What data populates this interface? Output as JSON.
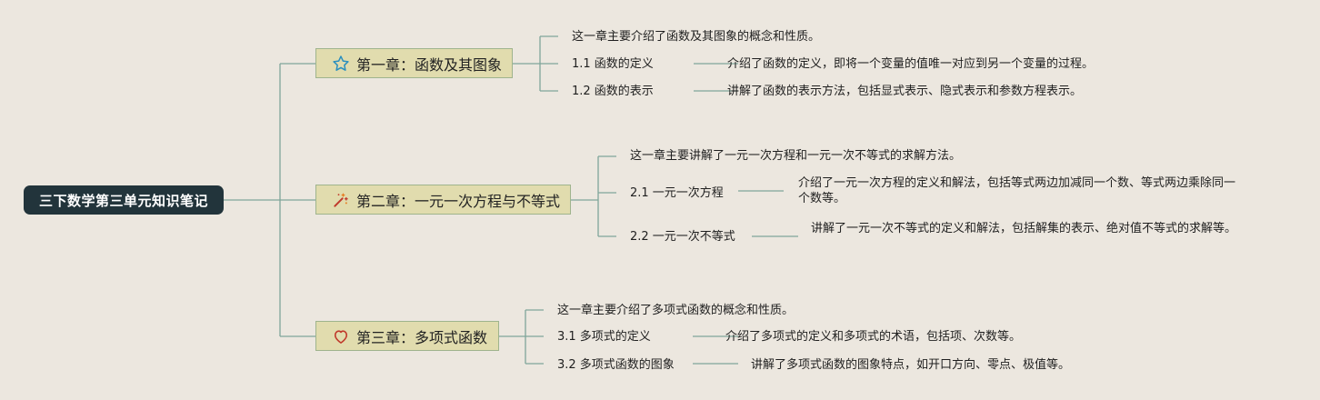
{
  "root": {
    "title": "三下数学第三单元知识笔记"
  },
  "chapters": [
    {
      "title": "第一章：函数及其图象",
      "icon": "star-icon",
      "summary": "这一章主要介绍了函数及其图象的概念和性质。",
      "sections": [
        {
          "title": "1.1 函数的定义",
          "desc": "介绍了函数的定义，即将一个变量的值唯一对应到另一个变量的过程。"
        },
        {
          "title": "1.2 函数的表示",
          "desc": "讲解了函数的表示方法，包括显式表示、隐式表示和参数方程表示。"
        }
      ]
    },
    {
      "title": "第二章：一元一次方程与不等式",
      "icon": "magic-wand-icon",
      "summary": "这一章主要讲解了一元一次方程和一元一次不等式的求解方法。",
      "sections": [
        {
          "title": "2.1 一元一次方程",
          "desc": "介绍了一元一次方程的定义和解法，包括等式两边加减同一个数、等式两边乘除同一个数等。"
        },
        {
          "title": "2.2 一元一次不等式",
          "desc": "讲解了一元一次不等式的定义和解法，包括解集的表示、绝对值不等式的求解等。"
        }
      ]
    },
    {
      "title": "第三章：多项式函数",
      "icon": "heart-icon",
      "summary": "这一章主要介绍了多项式函数的概念和性质。",
      "sections": [
        {
          "title": "3.1 多项式的定义",
          "desc": "介绍了多项式的定义和多项式的术语，包括项、次数等。"
        },
        {
          "title": "3.2 多项式函数的图象",
          "desc": "讲解了多项式函数的图象特点，如开口方向、零点、极值等。"
        }
      ]
    }
  ]
}
